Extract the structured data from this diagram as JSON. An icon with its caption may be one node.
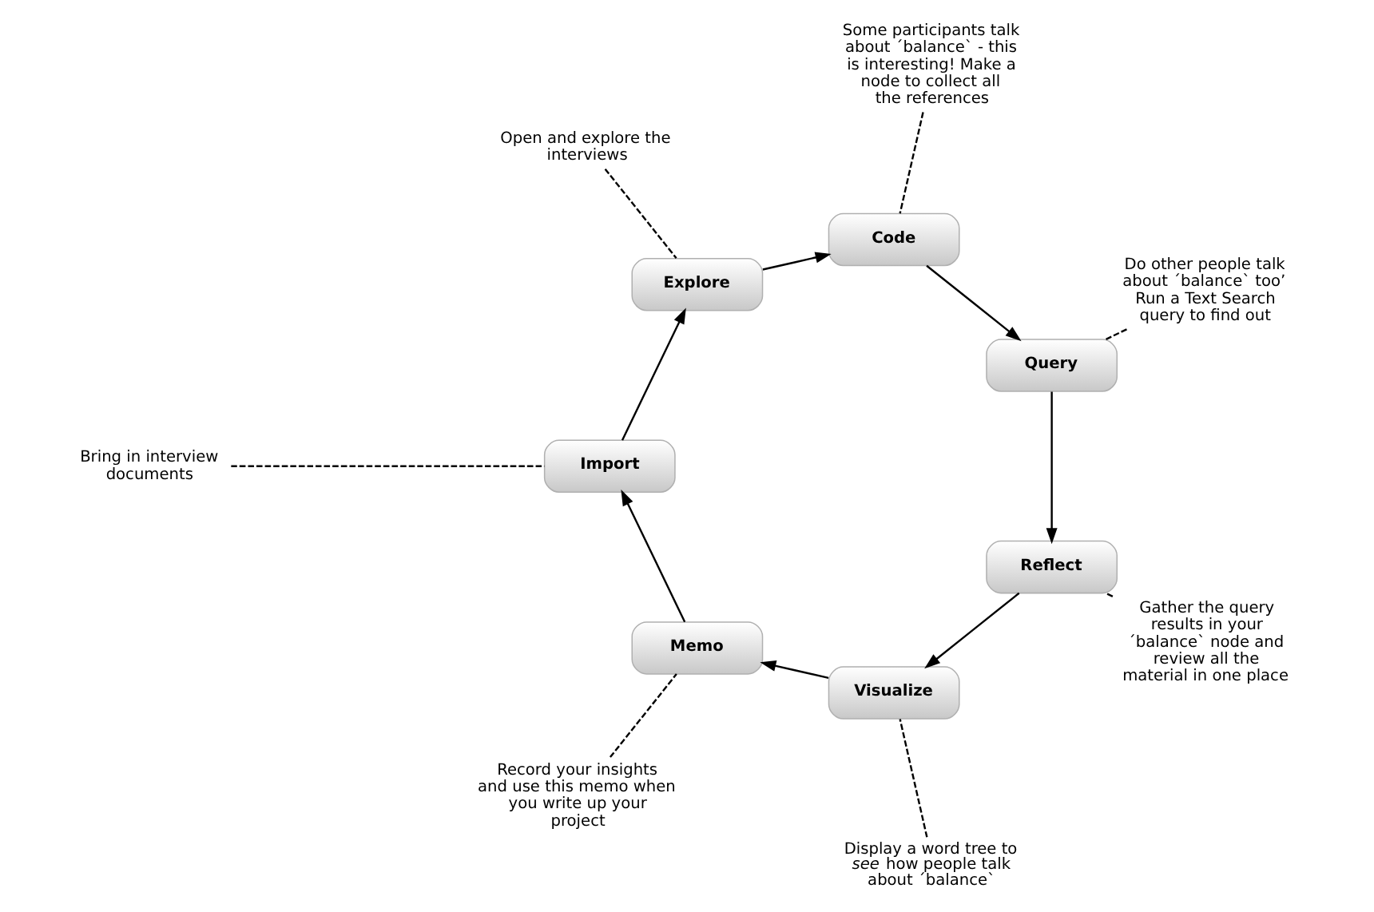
{
  "diagram": {
    "nodes": [
      {
        "text": [
          "Bring in interview documents"
        ]
      },
      {
        "text": [
          "Import"
        ]
      },
      {
        "text": [
          "Record your insights and use this memo when you write up your project"
        ]
      },
      {
        "text": [
          "Memo"
        ]
      },
      {
        "text": [
          "Explore"
        ]
      },
      {
        "text": [
          "Open and explore the interviews"
        ]
      },
      {
        "text": [
          "Display a word tree to *see* how people talk about ´balance`"
        ]
      },
      {
        "text": [
          "Visualize"
        ]
      },
      {
        "text": [
          "Code"
        ]
      },
      {
        "text": [
          "Some participants talk about ´balance` - this is interesting! Make a node to collect all the references"
        ]
      },
      {
        "text": [
          "Gather the query results in your ´balance` node and review all the material in one place"
        ]
      },
      {
        "text": [
          "Reflect"
        ]
      },
      {
        "text": [
          "Query"
        ]
      },
      {
        "text": [
          "Do other people talk about ´balance` too’ Run a Text Search query to find out"
        ]
      }
    ],
    "edges": [
      {
        "from": 1,
        "to": 4,
        "arrow": "to"
      },
      {
        "from": 4,
        "to": 8,
        "arrow": "to"
      },
      {
        "from": 8,
        "to": 12,
        "arrow": "to"
      },
      {
        "from": 12,
        "to": 11,
        "arrow": "to"
      },
      {
        "from": 11,
        "to": 7,
        "arrow": "to"
      },
      {
        "from": 7,
        "to": 3,
        "arrow": "to"
      },
      {
        "from": 3,
        "to": 1,
        "arrow": "to"
      },
      {
        "from": 0,
        "to": 1,
        "arrow": "none",
        "style": "dashed"
      },
      {
        "from": 2,
        "to": 3,
        "arrow": "none",
        "style": "dashed"
      },
      {
        "from": 5,
        "to": 4,
        "arrow": "none",
        "style": "dashed"
      },
      {
        "from": 6,
        "to": 7,
        "arrow": "none",
        "style": "dashed"
      },
      {
        "from": 9,
        "to": 8,
        "arrow": "none",
        "style": "dashed"
      },
      {
        "from": 10,
        "to": 11,
        "arrow": "none",
        "style": "dashed"
      },
      {
        "from": 13,
        "to": 12,
        "arrow": "none",
        "style": "dashed"
      }
    ]
  }
}
